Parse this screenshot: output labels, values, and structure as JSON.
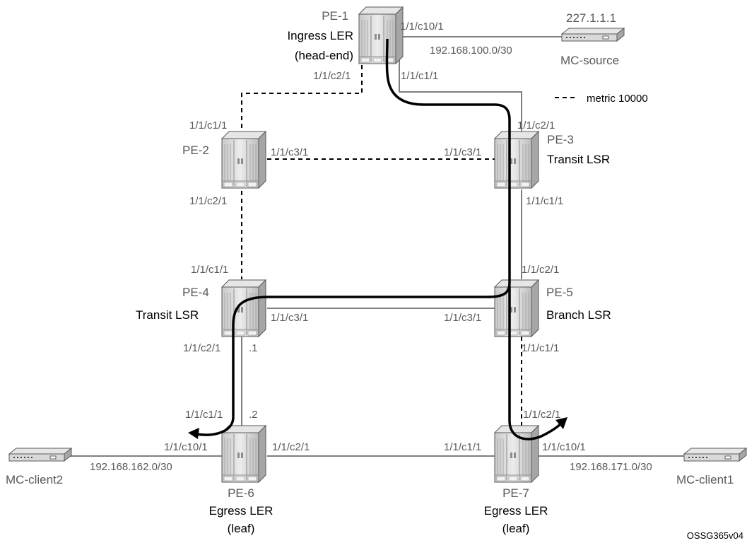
{
  "colors": {
    "link": "#7f7f7f",
    "path": "#000000",
    "router_fill": "#d9d9d9",
    "router_stroke": "#595959"
  },
  "nodes": {
    "pe1": {
      "name": "PE-1",
      "role_line1": "Ingress LER",
      "role_line2": "(head-end)",
      "icon": "router-icon"
    },
    "pe2": {
      "name": "PE-2",
      "icon": "router-icon"
    },
    "pe3": {
      "name": "PE-3",
      "role": "Transit LSR",
      "icon": "router-icon"
    },
    "pe4": {
      "name": "PE-4",
      "role": "Transit LSR",
      "icon": "router-icon"
    },
    "pe5": {
      "name": "PE-5",
      "role": "Branch LSR",
      "icon": "router-icon"
    },
    "pe6": {
      "name": "PE-6",
      "role_line1": "Egress LER",
      "role_line2": "(leaf)",
      "icon": "router-icon"
    },
    "pe7": {
      "name": "PE-7",
      "role_line1": "Egress LER",
      "role_line2": "(leaf)",
      "icon": "router-icon"
    }
  },
  "hosts": {
    "mc_source": {
      "name": "MC-source",
      "address": "227.1.1.1",
      "icon": "host-icon"
    },
    "mc_client1": {
      "name": "MC-client1",
      "icon": "host-icon"
    },
    "mc_client2": {
      "name": "MC-client2",
      "icon": "host-icon"
    }
  },
  "subnets": {
    "pe1_source": "192.168.100.0/30",
    "pe6_client2": "192.168.162.0/30",
    "pe7_client1": "192.168.171.0/30"
  },
  "ports": {
    "pe1_c10": "1/1/c10/1",
    "pe1_c2": "1/1/c2/1",
    "pe1_c1": "1/1/c1/1",
    "pe2_c1": "1/1/c1/1",
    "pe2_c3": "1/1/c3/1",
    "pe2_c2": "1/1/c2/1",
    "pe3_c3": "1/1/c3/1",
    "pe3_c2": "1/1/c2/1",
    "pe3_c1": "1/1/c1/1",
    "pe4_c1": "1/1/c1/1",
    "pe4_c3": "1/1/c3/1",
    "pe4_c2": "1/1/c2/1",
    "pe4_addr": ".1",
    "pe5_c2": "1/1/c2/1",
    "pe5_c3": "1/1/c3/1",
    "pe5_c1": "1/1/c1/1",
    "pe6_c1": "1/1/c1/1",
    "pe6_addr": ".2",
    "pe6_c10": "1/1/c10/1",
    "pe6_c2": "1/1/c2/1",
    "pe7_c1": "1/1/c1/1",
    "pe7_c2": "1/1/c2/1",
    "pe7_c10": "1/1/c10/1"
  },
  "legend": {
    "dashed_label": "metric 10000"
  },
  "figure_id": "OSSG365v04"
}
